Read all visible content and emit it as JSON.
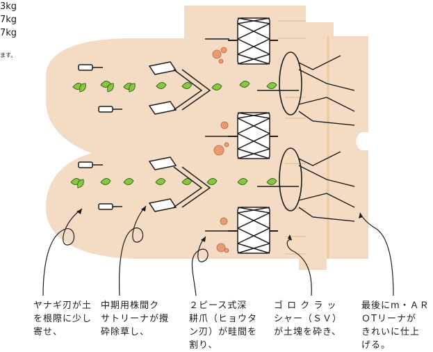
{
  "spec_lines": [
    "3kg",
    "7kg",
    "7kg"
  ],
  "spec_note": "ます。",
  "callouts": [
    "ヤナギ刃が土\nを根際に少し\n寄せ、",
    "中期用株間ク\nサトリーナが攪\n砕除草し、",
    "２ピース式深\n耕爪（ヒョウタ\nン刃）が畦間を\n割り、",
    "ゴ ロ ク ラ ッ\nシャー（ＳＶ）\nが土塊を砕き、",
    "最後にm・ＡＲ\nＯTリーナが\nきれいに仕上\nげる。"
  ],
  "colors": {
    "soil": "#f3dcc3",
    "soil_edge": "#e9c8a4",
    "leaf": "#8cc63f",
    "leaf_dark": "#2e6b1f",
    "clod": "#e89a70",
    "metal": "#1a1a1a",
    "roller_fill": "#ffffff"
  }
}
